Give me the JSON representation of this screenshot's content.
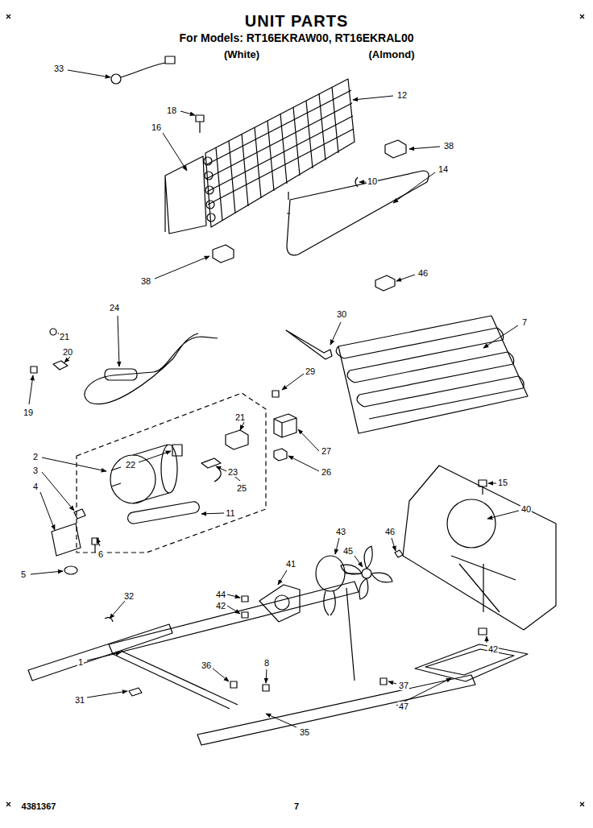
{
  "diagram": {
    "title": "UNIT PARTS",
    "labels": [
      "For Models: RT16EKRAW00, RT16EKRAL00",
      "(White)",
      "(Almond)",
      "33",
      "18",
      "16",
      "12",
      "38",
      "10",
      "14",
      "38",
      "46",
      "24",
      "30",
      "7",
      "21",
      "20",
      "19",
      "29",
      "21",
      "27",
      "22",
      "2",
      "3",
      "4",
      "23",
      "25",
      "11",
      "26",
      "15",
      "40",
      "45",
      "46",
      "43",
      "41",
      "6",
      "5",
      "44",
      "42",
      "32",
      "42",
      "1",
      "36",
      "8",
      "37",
      "47",
      "31",
      "35",
      "4381367",
      "7"
    ]
  }
}
